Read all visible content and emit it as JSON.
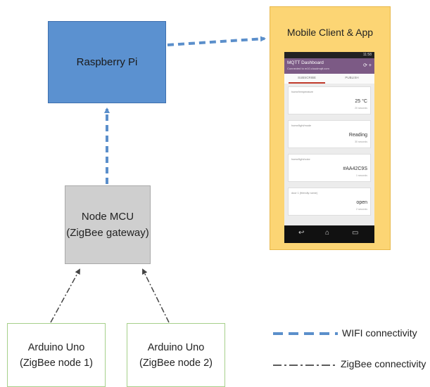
{
  "nodes": {
    "raspberry_pi": "Raspberry Pi",
    "node_mcu": {
      "line1": "Node MCU",
      "line2": "(ZigBee gateway)"
    },
    "arduino_1": {
      "line1": "Arduino Uno",
      "line2": "(ZigBee node 1)"
    },
    "arduino_2": {
      "line1": "Arduino Uno",
      "line2": "(ZigBee node 2)"
    },
    "mobile": "Mobile Client & App"
  },
  "phone": {
    "status_time": "11:58",
    "app_title": "MQTT Dashboard",
    "app_subtitle": "Connected to m10.cloudmqtt.com",
    "tabs": [
      "SUBSCRIBE",
      "PUBLISH"
    ],
    "cards": [
      {
        "label": "home/temperature",
        "value": "25 °C",
        "time": "20 seconds"
      },
      {
        "label": "home/light/mode",
        "value": "Reading",
        "time": "30 seconds"
      },
      {
        "label": "home/light/color",
        "value": "#AA42C9S",
        "time": "1 seconds"
      },
      {
        "label": "door 1 (friendly name)",
        "value": "open",
        "time": "2 seconds"
      }
    ]
  },
  "legend": {
    "wifi": "WIFI connectivity",
    "zigbee": "ZigBee connectivity"
  },
  "colors": {
    "wifi_line": "#5b8fcb",
    "zigbee_line": "#444444",
    "raspberry_pi_fill": "#5b91d0",
    "node_mcu_fill": "#cfcfcf",
    "mobile_fill": "#fcd574",
    "arduino_border": "#a6d08a"
  }
}
